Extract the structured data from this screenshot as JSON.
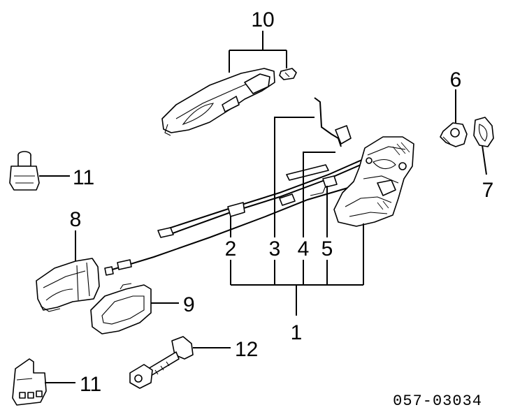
{
  "diagram": {
    "callouts": {
      "c1": "1",
      "c2": "2",
      "c3": "3",
      "c4": "4",
      "c5": "5",
      "c6": "6",
      "c7": "7",
      "c8": "8",
      "c9": "9",
      "c10": "10",
      "c11_top": "11",
      "c11_bottom": "11",
      "c12": "12"
    },
    "drawing_code": "057-03034"
  }
}
